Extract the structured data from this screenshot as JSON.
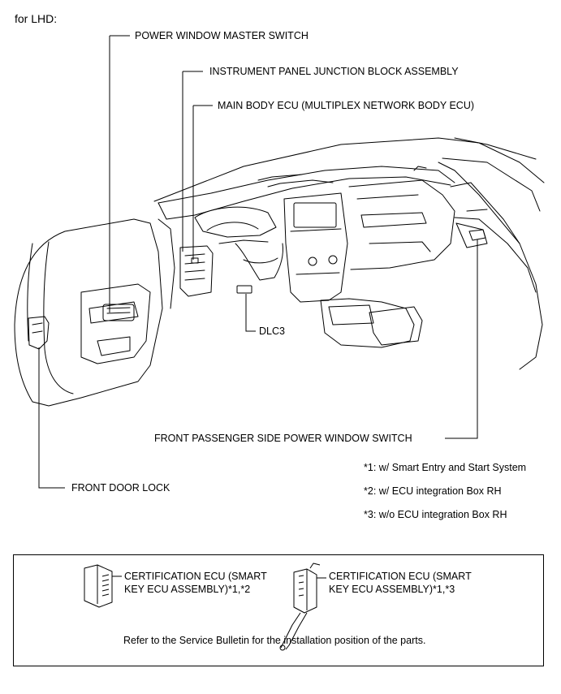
{
  "header": {
    "variant": "for LHD:"
  },
  "labels": {
    "power_window_master_switch": "POWER WINDOW MASTER SWITCH",
    "instrument_panel_jb": "INSTRUMENT PANEL JUNCTION BLOCK ASSEMBLY",
    "main_body_ecu": "MAIN BODY ECU (MULTIPLEX NETWORK BODY ECU)",
    "dlc3": "DLC3",
    "front_passenger_pw_switch": "FRONT PASSENGER SIDE POWER WINDOW SWITCH",
    "front_door_lock": "FRONT DOOR LOCK"
  },
  "notes": [
    "*1: w/ Smart Entry and Start System",
    "*2: w/ ECU integration Box RH",
    "*3: w/o ECU integration Box RH"
  ],
  "inset": {
    "cert_ecu_1_line1": "CERTIFICATION ECU (SMART",
    "cert_ecu_1_line2": "KEY ECU ASSEMBLY)*1,*2",
    "cert_ecu_2_line1": "CERTIFICATION ECU (SMART",
    "cert_ecu_2_line2": "KEY ECU ASSEMBLY)*1,*3",
    "footer": "Refer to the Service Bulletin for the installation position of the parts."
  }
}
